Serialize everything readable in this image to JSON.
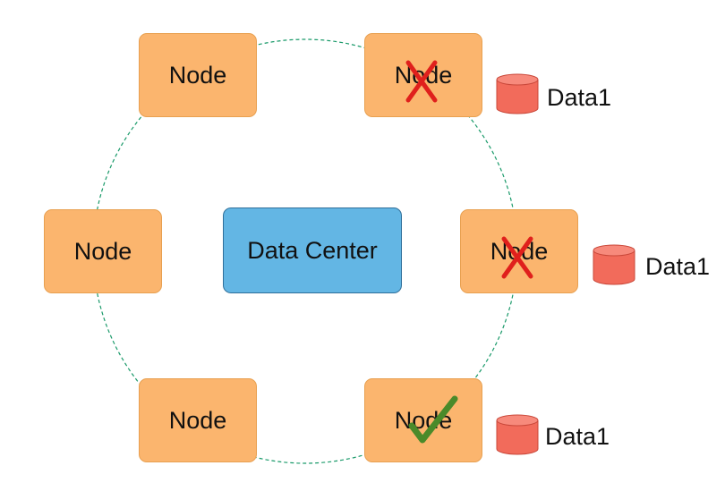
{
  "center": {
    "label": "Data Center"
  },
  "nodes": [
    {
      "label": "Node",
      "status": "none"
    },
    {
      "label": "Node",
      "status": "failed",
      "icon": "x-icon",
      "replica": "Data1"
    },
    {
      "label": "Node",
      "status": "none"
    },
    {
      "label": "Node",
      "status": "failed",
      "icon": "x-icon",
      "replica": "Data1"
    },
    {
      "label": "Node",
      "status": "none"
    },
    {
      "label": "Node",
      "status": "ok",
      "icon": "checkmark-icon",
      "replica": "Data1"
    }
  ],
  "colors": {
    "node_fill": "#fbb56e",
    "center_fill": "#63b6e4",
    "ring": "#1a9a6a",
    "fail": "#e0201c",
    "ok": "#4a8a2a",
    "database": "#f26b5b"
  }
}
